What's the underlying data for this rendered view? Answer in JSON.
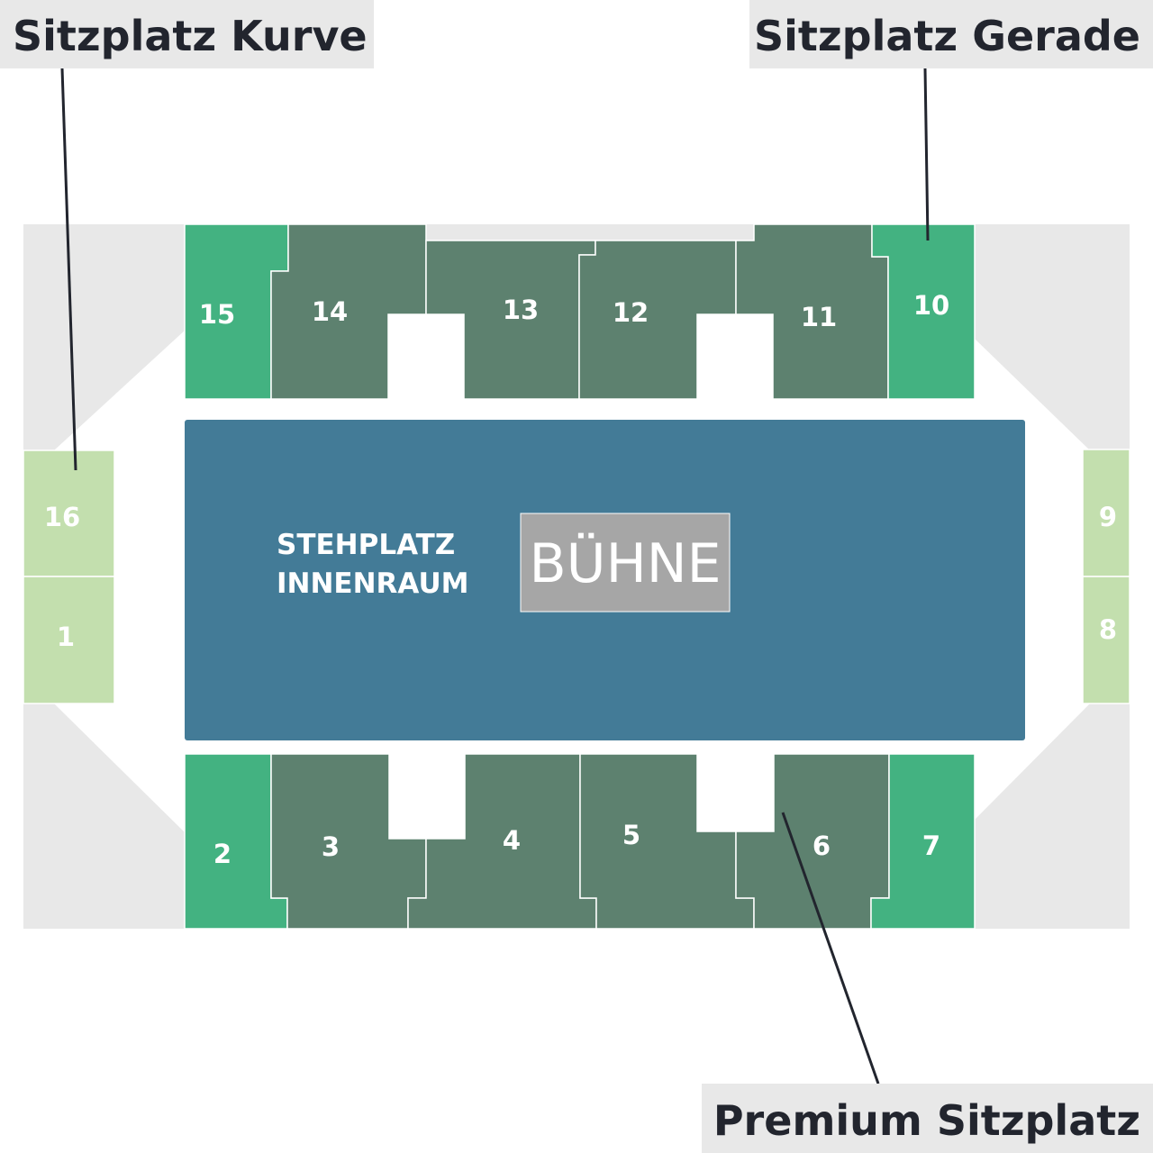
{
  "legend": {
    "curve": "Sitzplatz Kurve",
    "straight": "Sitzplatz Gerade",
    "premium": "Premium Sitzplatz"
  },
  "floor": {
    "line1": "STEHPLATZ",
    "line2": "INNENRAUM"
  },
  "stage": {
    "label": "BÜHNE"
  },
  "sections": {
    "s1": "1",
    "s2": "2",
    "s3": "3",
    "s4": "4",
    "s5": "5",
    "s6": "6",
    "s7": "7",
    "s8": "8",
    "s9": "9",
    "s10": "10",
    "s11": "11",
    "s12": "12",
    "s13": "13",
    "s14": "14",
    "s15": "15",
    "s16": "16"
  },
  "colors": {
    "kurve": "#c3dfae",
    "gerade": "#43b281",
    "premium": "#5d816f",
    "innenraum": "#437b97",
    "buehne": "#a6a6a6",
    "background_area": "#e8e8e8",
    "callout_box": "#e8e8e8",
    "text_dark": "#22252e"
  }
}
